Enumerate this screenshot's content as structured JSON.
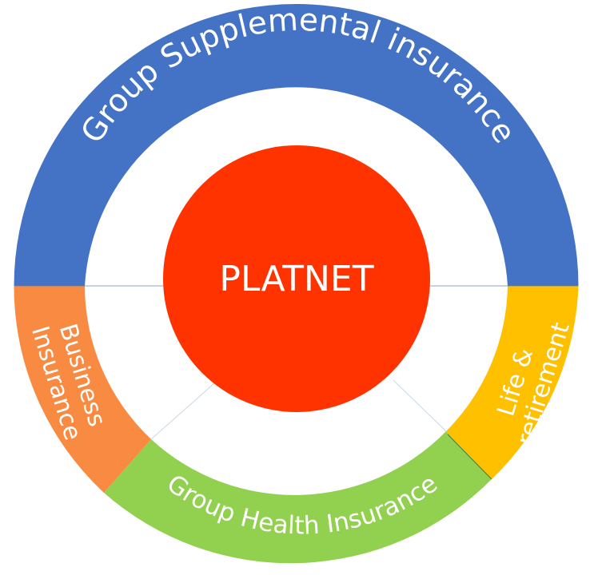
{
  "center": {
    "label": "PLATNET",
    "color": "#ff3300"
  },
  "segments": [
    {
      "id": "supplemental",
      "label": "Group Supplemental insurance",
      "color": "#4472c4"
    },
    {
      "id": "life",
      "label_lines": [
        "Life &",
        "retirement"
      ],
      "color": "#ffc000"
    },
    {
      "id": "health",
      "label": "Group Health Insurance",
      "color": "#92d050"
    },
    {
      "id": "business",
      "label_lines": [
        "Business",
        "Insurance"
      ],
      "color": "#f88a42"
    }
  ]
}
